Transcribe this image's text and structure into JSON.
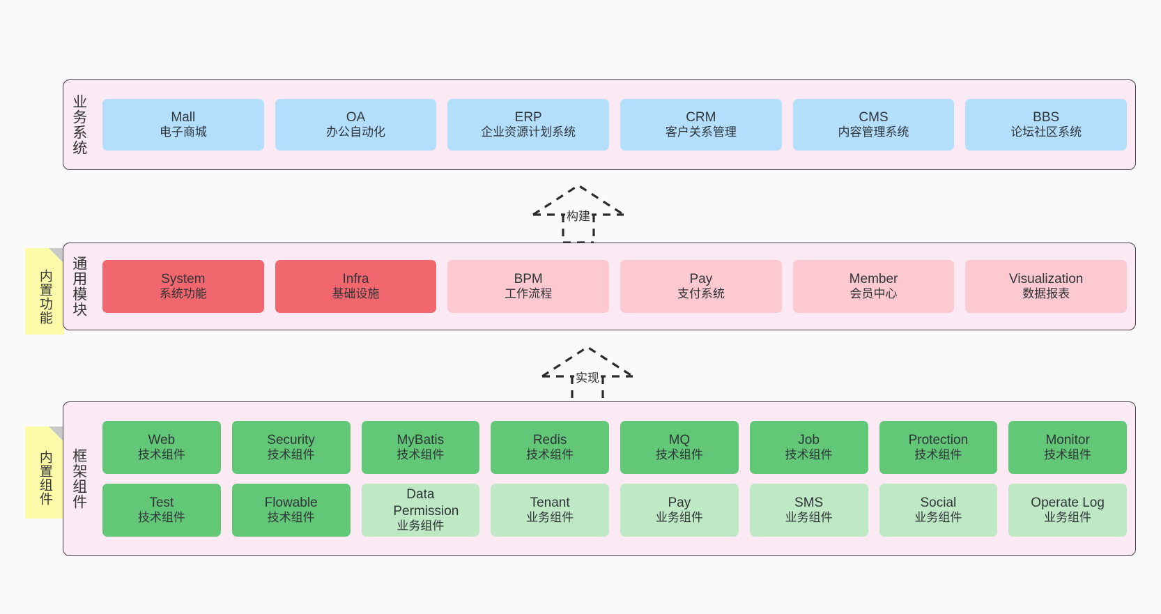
{
  "diagram": {
    "background_color": "#fafafa",
    "layer_fill": "#fbeaf4",
    "layer_border": "#3f3a44",
    "sticky_color": "#fcfaa8"
  },
  "layers": [
    {
      "caption": "业务系统",
      "rows": [
        {
          "cards": [
            {
              "title": "Mall",
              "sub": "电子商城",
              "color": "#b3dffc",
              "variant": "c-blue"
            },
            {
              "title": "OA",
              "sub": "办公自动化",
              "color": "#b3dffc",
              "variant": "c-blue"
            },
            {
              "title": "ERP",
              "sub": "企业资源计划系统",
              "color": "#b3dffc",
              "variant": "c-blue"
            },
            {
              "title": "CRM",
              "sub": "客户关系管理",
              "color": "#b3dffc",
              "variant": "c-blue"
            },
            {
              "title": "CMS",
              "sub": "内容管理系统",
              "color": "#b3dffc",
              "variant": "c-blue"
            },
            {
              "title": "BBS",
              "sub": "论坛社区系统",
              "color": "#b3dffc",
              "variant": "c-blue"
            }
          ]
        }
      ]
    },
    {
      "caption": "通用模块",
      "sticky": "内置功能",
      "rows": [
        {
          "cards": [
            {
              "title": "System",
              "sub": "系统功能",
              "color": "#f2676e",
              "variant": "c-red"
            },
            {
              "title": "Infra",
              "sub": "基础设施",
              "color": "#f2676e",
              "variant": "c-red"
            },
            {
              "title": "BPM",
              "sub": "工作流程",
              "color": "#fcc9d1",
              "variant": "c-pink"
            },
            {
              "title": "Pay",
              "sub": "支付系统",
              "color": "#fcc9d1",
              "variant": "c-pink"
            },
            {
              "title": "Member",
              "sub": "会员中心",
              "color": "#fcc9d1",
              "variant": "c-pink"
            },
            {
              "title": "Visualization",
              "sub": "数据报表",
              "color": "#fcc9d1",
              "variant": "c-pink"
            }
          ]
        }
      ]
    },
    {
      "caption": "框架组件",
      "sticky": "内置组件",
      "rows": [
        {
          "cards": [
            {
              "title": "Web",
              "sub": "技术组件",
              "color": "#62c878",
              "variant": "c-green"
            },
            {
              "title": "Security",
              "sub": "技术组件",
              "color": "#62c878",
              "variant": "c-green"
            },
            {
              "title": "MyBatis",
              "sub": "技术组件",
              "color": "#62c878",
              "variant": "c-green"
            },
            {
              "title": "Redis",
              "sub": "技术组件",
              "color": "#62c878",
              "variant": "c-green"
            },
            {
              "title": "MQ",
              "sub": "技术组件",
              "color": "#62c878",
              "variant": "c-green"
            },
            {
              "title": "Job",
              "sub": "技术组件",
              "color": "#62c878",
              "variant": "c-green"
            },
            {
              "title": "Protection",
              "sub": "技术组件",
              "color": "#62c878",
              "variant": "c-green"
            },
            {
              "title": "Monitor",
              "sub": "技术组件",
              "color": "#62c878",
              "variant": "c-green"
            }
          ]
        },
        {
          "cards": [
            {
              "title": "Test",
              "sub": "技术组件",
              "color": "#62c878",
              "variant": "c-green"
            },
            {
              "title": "Flowable",
              "sub": "技术组件",
              "color": "#62c878",
              "variant": "c-green"
            },
            {
              "title": "Data Permission",
              "sub": "业务组件",
              "color": "#bfe8c5",
              "variant": "c-lightgreen"
            },
            {
              "title": "Tenant",
              "sub": "业务组件",
              "color": "#bfe8c5",
              "variant": "c-lightgreen"
            },
            {
              "title": "Pay",
              "sub": "业务组件",
              "color": "#bfe8c5",
              "variant": "c-lightgreen"
            },
            {
              "title": "SMS",
              "sub": "业务组件",
              "color": "#bfe8c5",
              "variant": "c-lightgreen"
            },
            {
              "title": "Social",
              "sub": "业务组件",
              "color": "#bfe8c5",
              "variant": "c-lightgreen"
            },
            {
              "title": "Operate Log",
              "sub": "业务组件",
              "color": "#bfe8c5",
              "variant": "c-lightgreen"
            }
          ]
        }
      ]
    }
  ],
  "connectors": [
    {
      "label": "构建",
      "from": "通用模块",
      "to": "业务系统",
      "style": "dashed-generalization"
    },
    {
      "label": "实现",
      "from": "框架组件",
      "to": "通用模块",
      "style": "dashed-generalization"
    }
  ]
}
